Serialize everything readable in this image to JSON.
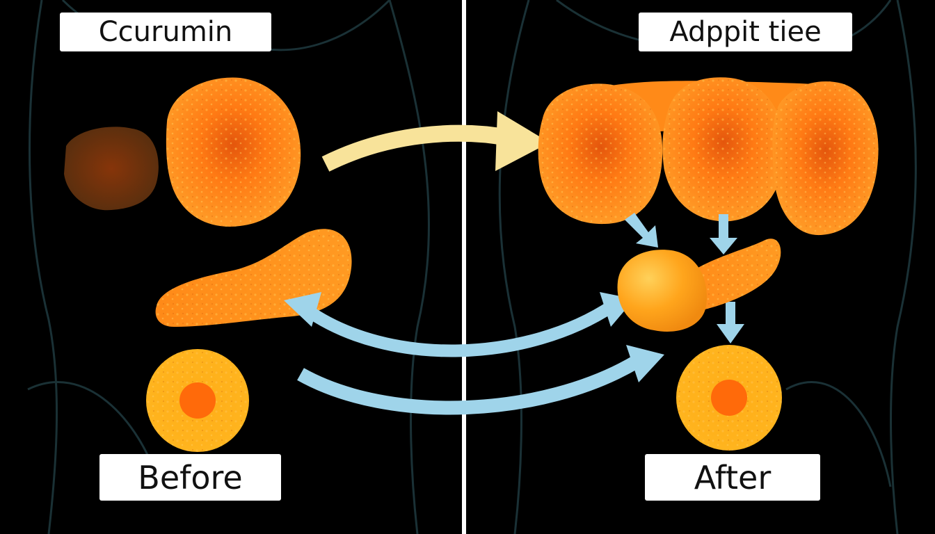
{
  "labels": {
    "top_left": "Ccurumin",
    "top_right": "Adppit tiee",
    "bottom_left": "Before",
    "bottom_right": "After"
  },
  "colors": {
    "background": "#000000",
    "body_outline": "#1f3a3f",
    "divider": "#ffffff",
    "cell_orange": "#ff8a1c",
    "cell_dark_orange": "#e4560c",
    "cell_yellow": "#ffb21a",
    "arrow_pale_yellow": "#f8e39a",
    "arrow_light_blue": "#9fd4ea",
    "label_bg": "#ffffff",
    "label_text": "#111111"
  }
}
